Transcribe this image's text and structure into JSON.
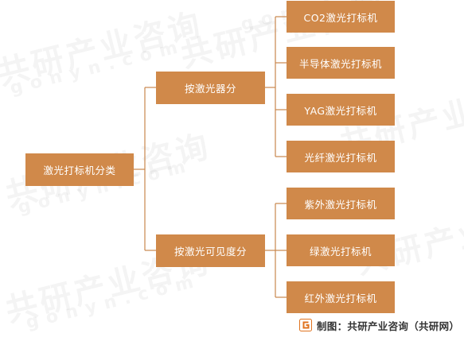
{
  "colors": {
    "node_fill": "#d0894a",
    "node_text": "#ffffff",
    "connector": "#c9874e",
    "logo_accent": "#e0731f"
  },
  "watermark": {
    "cn_text": "共研产业咨询",
    "en_text": "gonyn.com"
  },
  "diagram": {
    "root": {
      "label": "激光打标机分类"
    },
    "branches": [
      {
        "label": "按激光器分",
        "leaves": [
          "CO2激光打标机",
          "半导体激光打标机",
          "YAG激光打标机",
          "光纤激光打标机"
        ]
      },
      {
        "label": "按激光可见度分",
        "leaves": [
          "紫外激光打标机",
          "绿激光打标机",
          "红外激光打标机"
        ]
      }
    ]
  },
  "footer": {
    "logo_icon": "gonyn-logo-icon",
    "credit": "制图：共研产业咨询（共研网）"
  }
}
